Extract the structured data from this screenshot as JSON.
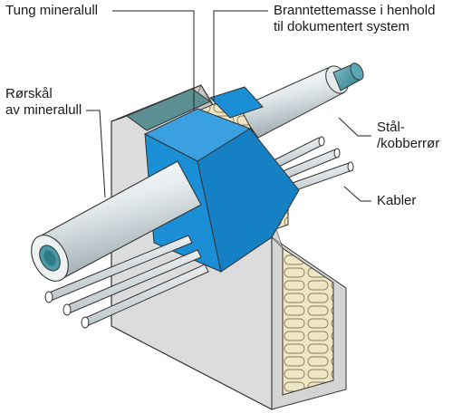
{
  "labels": {
    "tung_mineralull": "Tung mineralull",
    "branntettemasse_line1": "Branntettemasse i henhold",
    "branntettemasse_line2": "til dokumentert system",
    "rorskal_line1": "Rørskål",
    "rorskal_line2": "av mineralull",
    "stal_line1": "Stål-",
    "stal_line2": "/kobberrør",
    "kabler": "Kabler"
  },
  "colors": {
    "fire_sealant": "#1a8fd6",
    "mineral_wool": "#efe6c4",
    "wall_face": "#dcdcdc",
    "pipe_steel": "#4a9aa8",
    "pipe_insulation": "#e9eef0",
    "sealant_top": "#5c8f91"
  }
}
